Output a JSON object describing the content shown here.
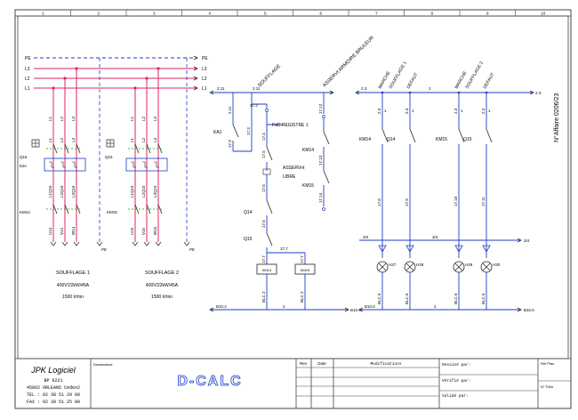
{
  "grid": {
    "columns": [
      "1",
      "2",
      "3",
      "4",
      "5",
      "6",
      "7",
      "8",
      "9",
      "10"
    ]
  },
  "colors": {
    "power": "#e0245e",
    "control": "#1a3cc8",
    "green": "#1a9a1a",
    "ink": "#222222",
    "border": "#333333"
  },
  "bus": {
    "lines": [
      "PE",
      "L3",
      "L2",
      "L1"
    ],
    "right_labels": [
      "PE",
      "L3",
      "L2",
      "L1"
    ]
  },
  "motor1": {
    "top_labels": [
      "L1",
      "L2",
      "L3"
    ],
    "mid_labels": [
      "L1",
      "L2",
      "L3"
    ],
    "switch_id": "Q16",
    "rating": "63A",
    "contactor": "KM14",
    "cable_labels": [
      "L1Q16",
      "L2Q16",
      "L3Q16"
    ],
    "out_labels": [
      "U14",
      "V14",
      "W14"
    ],
    "pe": "PE",
    "title": "SOUFFLAGE 1",
    "spec": "400V/22kW/45A",
    "speed": "1500 tr/mn"
  },
  "motor2": {
    "top_labels": [
      "L1",
      "L2",
      "L3"
    ],
    "mid_labels": [
      "L1",
      "L2",
      "L3"
    ],
    "switch_id": "Q15",
    "contactor": "KM15",
    "cable_labels": [
      "L1Q15",
      "L2Q15",
      "L3Q15"
    ],
    "out_labels": [
      "U15",
      "V15",
      "W15"
    ],
    "pe": "PE",
    "title": "SOUFFLAGE 2",
    "spec": "400V/22kW/45A",
    "speed": "1500 tr/mn"
  },
  "control": {
    "headers": [
      "SOUFFLAGE",
      "ASSERVt ARMOIRE BRULEUR",
      "MARCHE",
      "SOUFFLAGE 1",
      "DEFAUT",
      "MARCHE",
      "SOUFFLAGE 2",
      "DEFAUT"
    ],
    "affaire": "N°Affaire 0206/23",
    "rail_left": [
      "2.11",
      "2.11"
    ],
    "rail_right": [
      "2.3",
      "1",
      "2.3"
    ],
    "ka1": "KA1",
    "km14": "KM14",
    "km15": "KM15",
    "q14": "Q14",
    "q15": "Q15",
    "fdc": "FdC REGISTRE 1",
    "asserv": [
      "ASSERVnt",
      "LIBRE"
    ],
    "wires": [
      "17.3",
      "17.2",
      "17.3",
      "17.4",
      "17.5",
      "17.6",
      "17.6",
      "17.7",
      "17.7",
      "17.7",
      "17.12",
      "17.13",
      "17.14"
    ],
    "wires_right": [
      "17.8",
      "17.9",
      "17.10",
      "17.11"
    ],
    "top_nums_right": [
      "2.3",
      "1",
      "2.3",
      "1",
      "2.3",
      "1",
      "2.3",
      "1"
    ],
    "coil1": "KM14",
    "coil2": "KM15",
    "blc": [
      "BLC 2",
      "BLC 2",
      "BLC 6",
      "BLC 6",
      "BLC 6",
      "BLC 6"
    ],
    "lamps": [
      "H27",
      "H28",
      "H29",
      "H30"
    ],
    "n34": [
      "3/4",
      "3/4",
      "3/4"
    ],
    "bottom": [
      "B10.2",
      "B10.6",
      "B10.6",
      "B10.6"
    ],
    "neutral": [
      "2",
      "2",
      "2"
    ]
  },
  "titleblock": {
    "company": "JPK Logiciel",
    "bp": "BP 6221",
    "city": "45062 ORLEANS Cedex2",
    "tel": "TEL : 02 38 51 29 00",
    "fax": "FAX : 02 38 51 25 00",
    "dessinateur_label": "Dessinateur:",
    "logo": "D-CALC",
    "rev": "Rev",
    "date": "Date",
    "modifs": "Modifications",
    "dessine": "Dessiné par:",
    "verifie": "Vérifié par:",
    "valide": "Validé par:",
    "ref_plan": "Réf Plan",
    "folio": "N° Folio"
  }
}
